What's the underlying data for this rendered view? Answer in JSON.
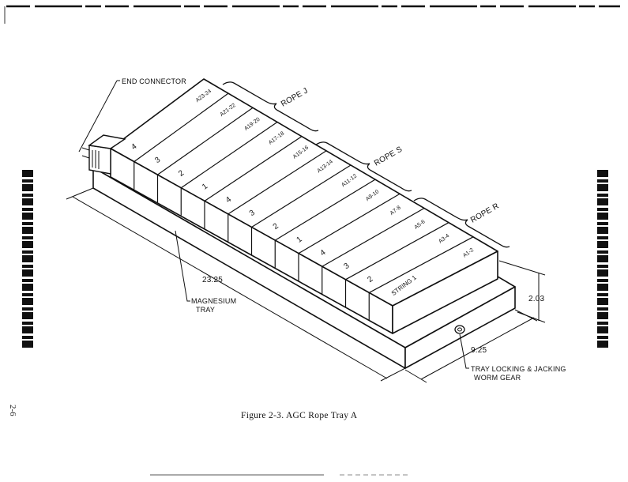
{
  "caption": "Figure 2-3.  AGC Rope Tray A",
  "page_number": "2-6",
  "labels": {
    "end_connector": "END CONNECTOR",
    "rope_j": "ROPE J",
    "rope_s": "ROPE S",
    "rope_r": "ROPE R",
    "magnesium_tray_1": "MAGNESIUM",
    "magnesium_tray_2": "TRAY",
    "length_dim": "23.25",
    "width_dim": "9.25",
    "height_dim": "2.03",
    "worm_gear_1": "TRAY LOCKING & JACKING",
    "worm_gear_2": "WORM GEAR"
  },
  "modules": [
    {
      "number": "4",
      "pins": "A23-24"
    },
    {
      "number": "3",
      "pins": "A21-22"
    },
    {
      "number": "2",
      "pins": "A19-20"
    },
    {
      "number": "1",
      "pins": "A17-18"
    },
    {
      "number": "4",
      "pins": "A15-16"
    },
    {
      "number": "3",
      "pins": "A13-14"
    },
    {
      "number": "2",
      "pins": "A11-12"
    },
    {
      "number": "1",
      "pins": "A9-10"
    },
    {
      "number": "4",
      "pins": "A7-8"
    },
    {
      "number": "3",
      "pins": "A5-6"
    },
    {
      "number": "2",
      "pins": "A3-4"
    },
    {
      "number": "STRING 1",
      "pins": "A1-2"
    }
  ]
}
